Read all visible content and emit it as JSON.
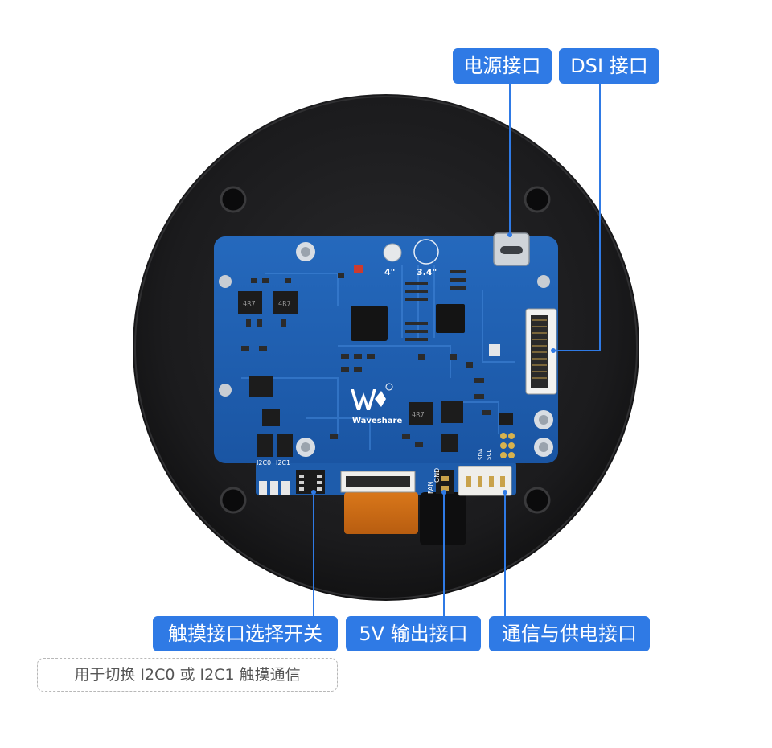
{
  "labels": {
    "power_port": "电源接口",
    "dsi_port": "DSI 接口",
    "touch_switch": "触摸接口选择开关",
    "output_5v": "5V 输出接口",
    "comm_power": "通信与供电接口"
  },
  "note": "用于切换 I2C0 或 I2C1 触摸通信",
  "board_marks": {
    "brand": "Waveshare",
    "size_4": "4\"",
    "size_34": "3.4\"",
    "i2c0": "I2C0",
    "i2c1": "I2C1",
    "fan": "FAN",
    "gnd": "GND",
    "sda": "SDA",
    "scl": "SCL",
    "inductor": "4R7"
  },
  "colors": {
    "label_bg": "#2f7ae5",
    "pcb": "#1f5fae",
    "body": "#1c1c1e",
    "leader": "#2f7ae5"
  }
}
